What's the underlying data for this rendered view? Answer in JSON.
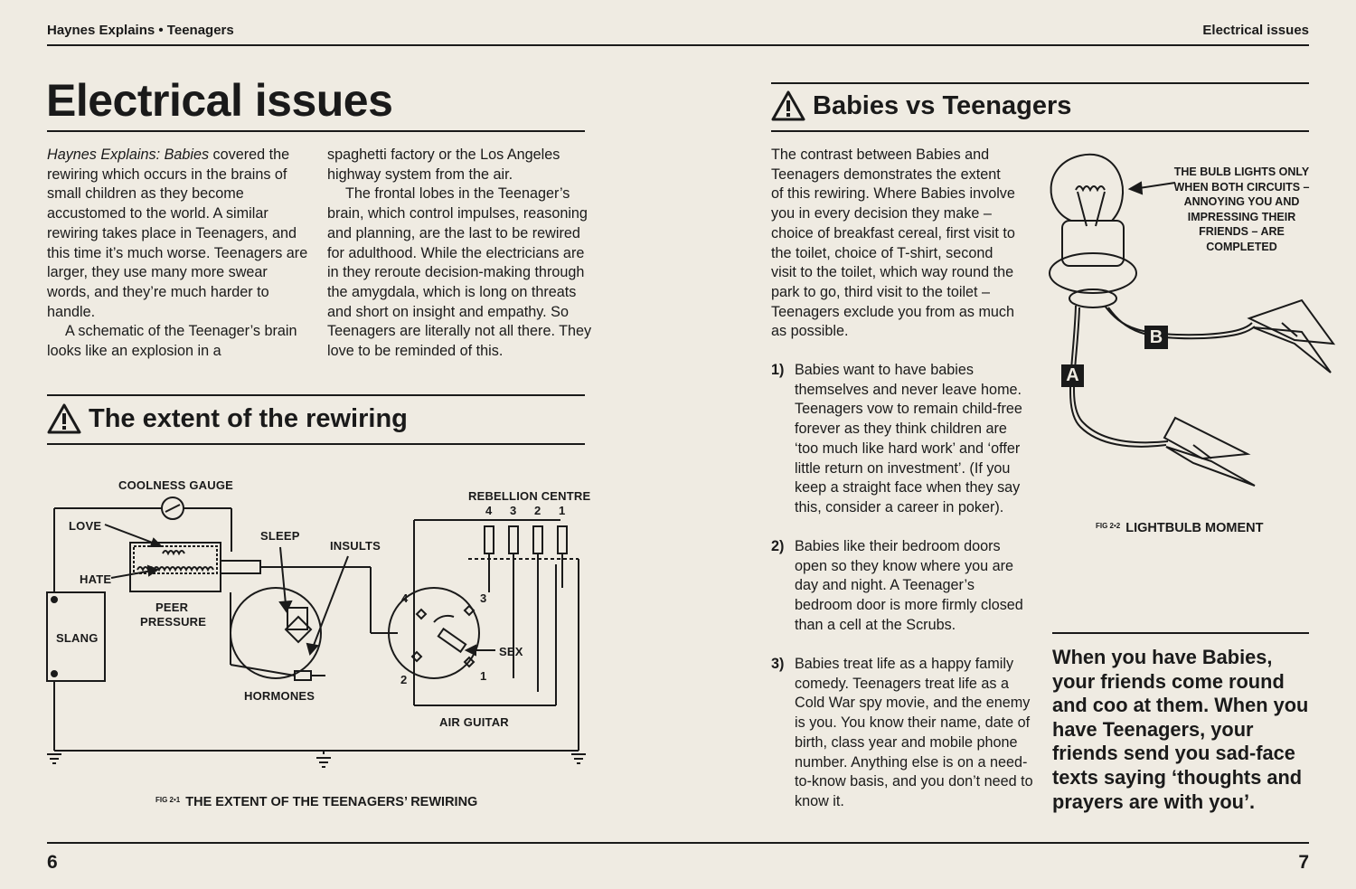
{
  "header": {
    "left": "Haynes Explains • Teenagers",
    "right": "Electrical issues"
  },
  "left_page": {
    "title": "Electrical issues",
    "intro_col1": [
      {
        "italic": "Haynes Explains: Babies",
        "text": " covered the rewiring which occurs in the brains of small children as they become accustomed to the world. A similar rewiring takes place in Teenagers, and this time it’s much worse. Teenagers are larger, they use many more swear words, and they’re much harder to handle."
      },
      {
        "text": "A schematic of the Teenager’s brain looks like an explosion in a"
      }
    ],
    "intro_col2": [
      "spaghetti factory or the Los Angeles highway system from the air.",
      "The frontal lobes in the Teenager’s brain, which control impulses, reasoning and planning, are the last to be rewired for adulthood. While the electricians are in they reroute decision-making through the amygdala, which is long on threats and short on insight and empathy. So Teenagers are literally not all there. They love to be reminded of this."
    ],
    "section_title": "The extent of the rewiring",
    "diagram_labels": {
      "coolness_gauge": "COOLNESS GAUGE",
      "love": "LOVE",
      "hate": "HATE",
      "peer1": "PEER",
      "peer2": "PRESSURE",
      "slang": "SLANG",
      "sleep": "SLEEP",
      "insults": "INSULTS",
      "hormones": "HORMONES",
      "rebellion": "REBELLION CENTRE",
      "sex": "SEX",
      "air_guitar": "AIR GUITAR",
      "plug_numbers": [
        "4",
        "3",
        "2",
        "1"
      ],
      "dist_4": "4",
      "dist_3": "3",
      "dist_2": "2",
      "dist_1": "1"
    },
    "fig_num": "FIG 2•1",
    "caption": "THE EXTENT OF THE TEENAGERS’ REWIRING",
    "page_number": "6"
  },
  "right_page": {
    "section_title": "Babies vs Teenagers",
    "intro": "The contrast between Babies and Teenagers demonstrates the extent of this rewiring. Where Babies involve you in every decision they make – choice of breakfast cereal, first visit to the toilet, choice of T-shirt, second visit to the toilet, which way round the park to go, third visit to the toilet – Teenagers exclude you from as much as possible.",
    "items": [
      {
        "num": "1)",
        "text": "Babies want to have babies themselves and never leave home. Teenagers vow to remain child-free forever as they think children are ‘too much like hard work’ and ‘offer little return on investment’. (If you keep a straight face when they say this, consider a career in poker)."
      },
      {
        "num": "2)",
        "text": "Babies like their bedroom doors open so they know where you are day and night. A Teenager’s bedroom door is more firmly closed than a cell at the Scrubs."
      },
      {
        "num": "3)",
        "text": "Babies treat life as a happy family comedy. Teenagers treat life as a Cold War spy movie, and the enemy is you. You know their name, date of birth, class year and mobile phone number. Anything else is on a need-to-know basis, and you don’t need to know it."
      }
    ],
    "bulb_note": "THE BULB LIGHTS ONLY WHEN BOTH CIRCUITS – ANNOYING YOU AND IMPRESSING THEIR FRIENDS – ARE COMPLETED",
    "label_a": "A",
    "label_b": "B",
    "fig_num": "FIG 2•2",
    "caption": "LIGHTBULB MOMENT",
    "pull_quote": "When you have Babies, your friends come round and coo at them. When you have Teenagers, your friends send you sad-face texts saying ‘thoughts and prayers are with you’.",
    "page_number": "7"
  }
}
